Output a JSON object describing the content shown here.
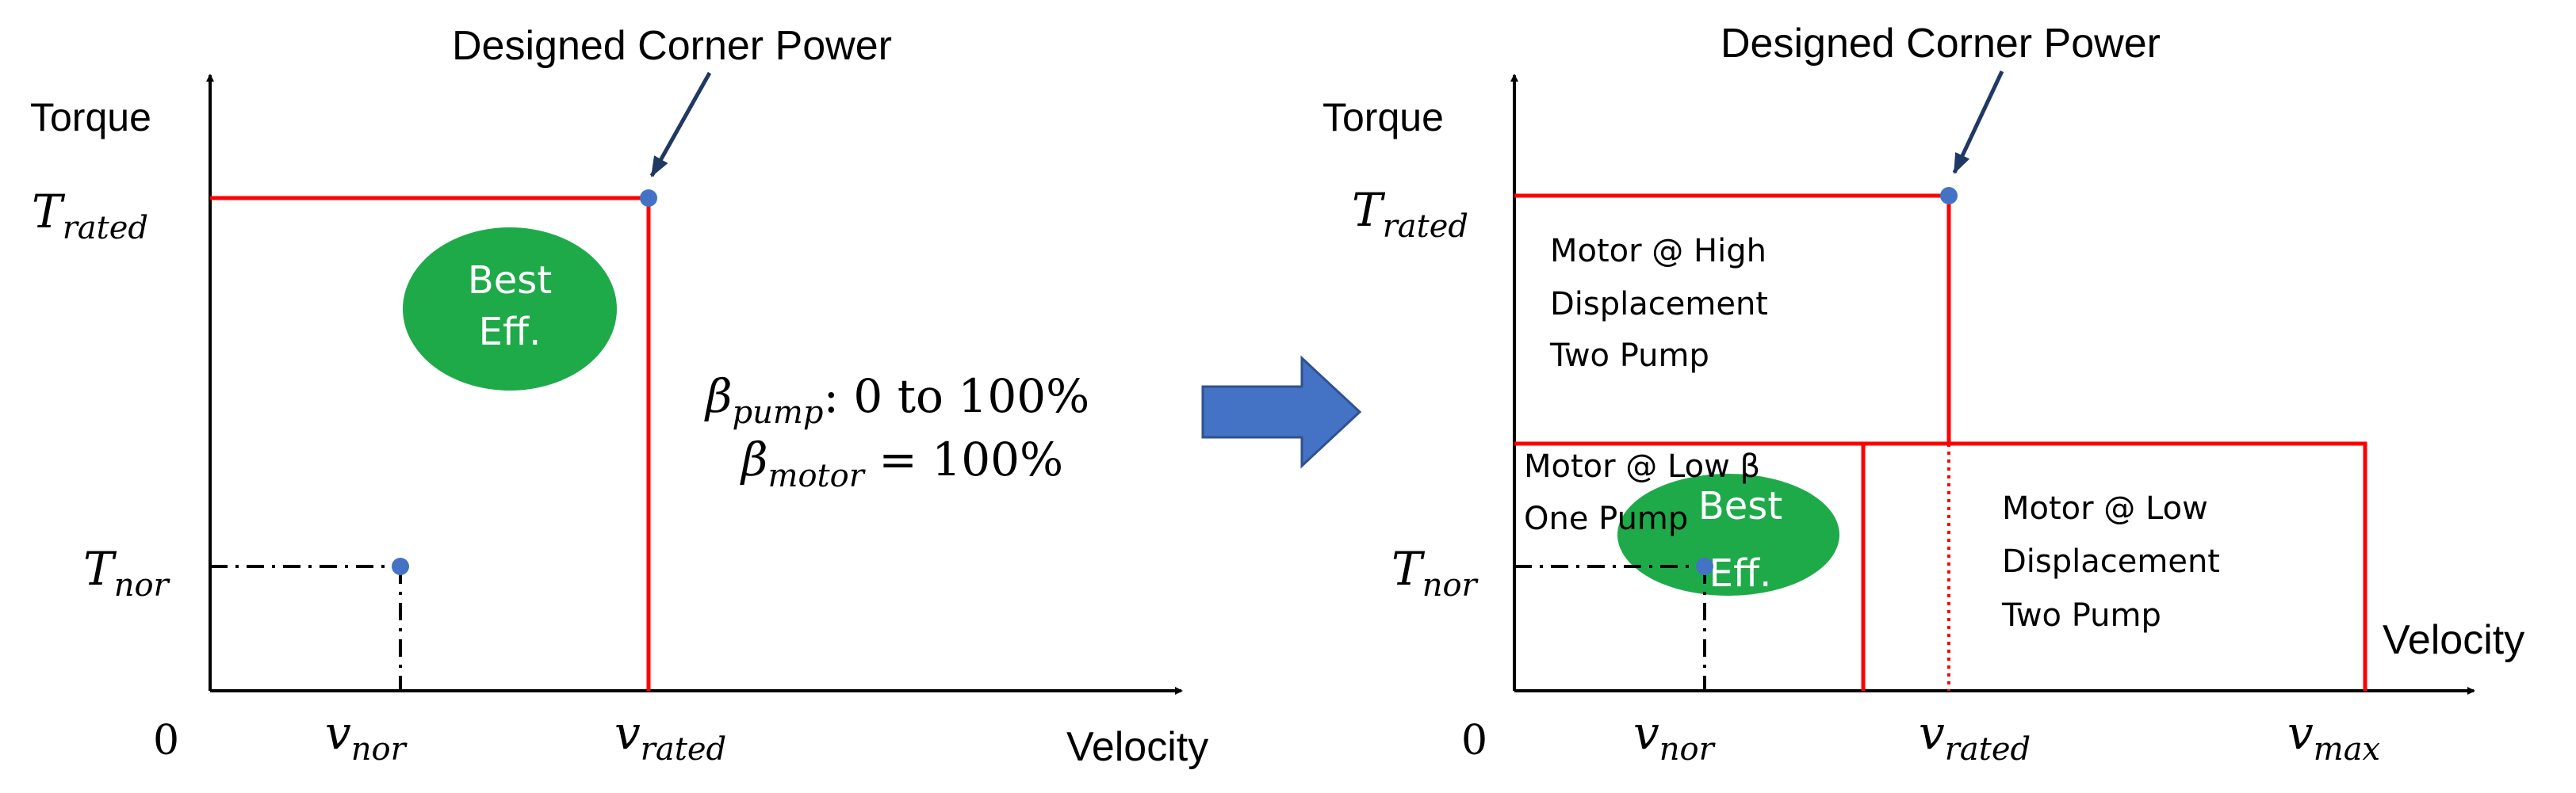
{
  "colors": {
    "boundary": "#ff0000",
    "point": "#4472c4",
    "best_eff_fill": "#1faa4a",
    "arrow_fill": "#4472c4",
    "axis": "#000000"
  },
  "left": {
    "annotation": "Designed Corner Power",
    "y_axis": "Torque",
    "x_axis": "Velocity",
    "origin": "0",
    "t_rated": {
      "base": "T",
      "sub": "rated"
    },
    "t_nor": {
      "base": "T",
      "sub": "nor"
    },
    "v_nor": {
      "base": "v",
      "sub": "nor"
    },
    "v_rated": {
      "base": "v",
      "sub": "rated"
    },
    "best_eff_line1": "Best",
    "best_eff_line2": "Eff.",
    "eq1": {
      "sym": "β",
      "sub": "pump",
      "rest": ": 0 to 100%"
    },
    "eq2": {
      "sym": "β",
      "sub": "motor",
      "rest": " = 100%"
    }
  },
  "arrow_icon": "right-arrow-icon",
  "right": {
    "annotation": "Designed Corner Power",
    "y_axis": "Torque",
    "x_axis": "Velocity",
    "origin": "0",
    "t_rated": {
      "base": "T",
      "sub": "rated"
    },
    "t_nor": {
      "base": "T",
      "sub": "nor"
    },
    "v_nor": {
      "base": "v",
      "sub": "nor"
    },
    "v_rated": {
      "base": "v",
      "sub": "rated"
    },
    "v_max": {
      "base": "v",
      "sub": "max"
    },
    "region_high": [
      "Motor @ High",
      "Displacement",
      "Two Pump"
    ],
    "region_low_one": [
      "Motor @ Low β",
      "One Pump"
    ],
    "region_low_two": [
      "Motor @ Low",
      "Displacement",
      "Two Pump"
    ],
    "best_eff_line1": "Best",
    "best_eff_line2": "Eff."
  }
}
